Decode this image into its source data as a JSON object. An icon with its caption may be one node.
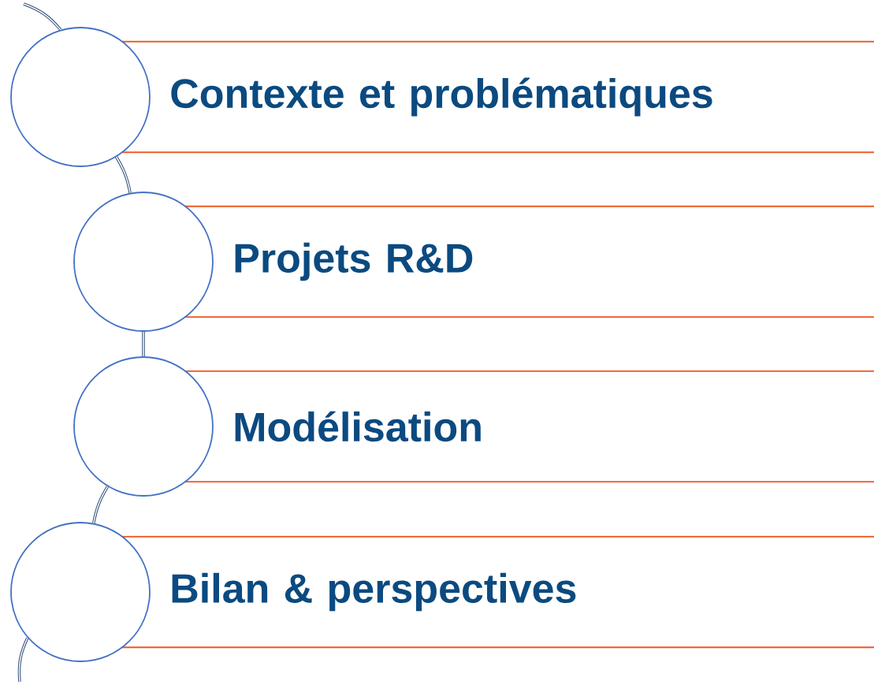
{
  "diagram": {
    "nodes": [
      {
        "text": [],
        "shape": "circle"
      },
      {
        "text": [
          "Contexte et problématiques"
        ]
      },
      {
        "text": [],
        "shape": "circle"
      },
      {
        "text": [
          "Projets R&D"
        ]
      },
      {
        "text": [],
        "shape": "circle"
      },
      {
        "text": [
          "Modélisation"
        ]
      },
      {
        "text": [],
        "shape": "circle"
      },
      {
        "text": [
          "Bilan & perspectives"
        ]
      }
    ],
    "edges": [
      {
        "from": null,
        "to": 0,
        "arrow": "none"
      },
      {
        "from": 0,
        "to": 2,
        "arrow": "none"
      },
      {
        "from": 2,
        "to": 4,
        "arrow": "none"
      },
      {
        "from": 4,
        "to": 6,
        "arrow": "none"
      },
      {
        "from": 6,
        "to": null,
        "arrow": "none"
      }
    ]
  }
}
